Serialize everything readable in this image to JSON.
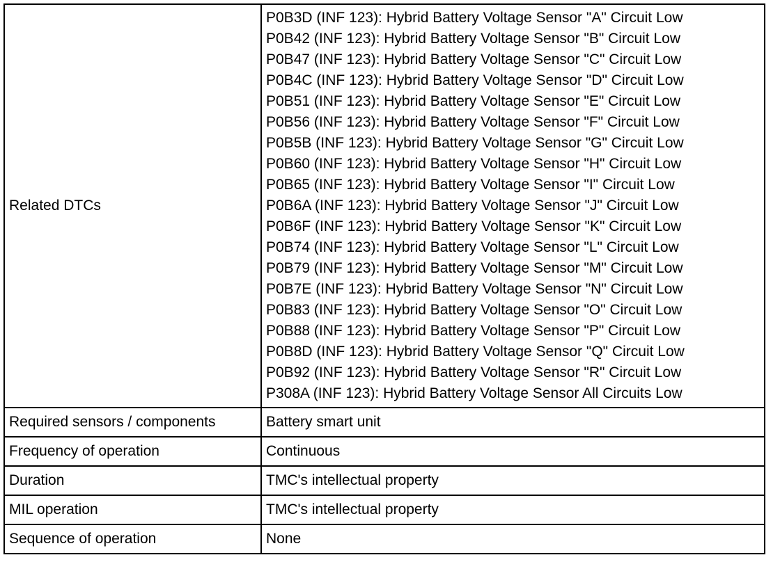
{
  "table": {
    "related_dtcs": {
      "label": "Related DTCs",
      "items": [
        "P0B3D (INF 123): Hybrid Battery Voltage Sensor \"A\" Circuit Low",
        "P0B42 (INF 123): Hybrid Battery Voltage Sensor \"B\" Circuit Low",
        "P0B47 (INF 123): Hybrid Battery Voltage Sensor \"C\" Circuit Low",
        "P0B4C (INF 123): Hybrid Battery Voltage Sensor \"D\" Circuit Low",
        "P0B51 (INF 123): Hybrid Battery Voltage Sensor \"E\" Circuit Low",
        "P0B56 (INF 123): Hybrid Battery Voltage Sensor \"F\" Circuit Low",
        "P0B5B (INF 123): Hybrid Battery Voltage Sensor \"G\" Circuit Low",
        "P0B60 (INF 123): Hybrid Battery Voltage Sensor \"H\" Circuit Low",
        "P0B65 (INF 123): Hybrid Battery Voltage Sensor \"I\" Circuit Low",
        "P0B6A (INF 123): Hybrid Battery Voltage Sensor \"J\" Circuit Low",
        "P0B6F (INF 123): Hybrid Battery Voltage Sensor \"K\" Circuit Low",
        "P0B74 (INF 123): Hybrid Battery Voltage Sensor \"L\" Circuit Low",
        "P0B79 (INF 123): Hybrid Battery Voltage Sensor \"M\" Circuit Low",
        "P0B7E (INF 123): Hybrid Battery Voltage Sensor \"N\" Circuit Low",
        "P0B83 (INF 123): Hybrid Battery Voltage Sensor \"O\" Circuit Low",
        "P0B88 (INF 123): Hybrid Battery Voltage Sensor \"P\" Circuit Low",
        "P0B8D (INF 123): Hybrid Battery Voltage Sensor \"Q\" Circuit Low",
        "P0B92 (INF 123): Hybrid Battery Voltage Sensor \"R\" Circuit Low",
        "P308A (INF 123): Hybrid Battery Voltage Sensor All Circuits Low"
      ]
    },
    "required_sensors": {
      "label": "Required sensors / components",
      "value": "Battery smart unit"
    },
    "frequency": {
      "label": "Frequency of operation",
      "value": "Continuous"
    },
    "duration": {
      "label": "Duration",
      "value": "TMC's intellectual property"
    },
    "mil_operation": {
      "label": "MIL operation",
      "value": "TMC's intellectual property"
    },
    "sequence": {
      "label": "Sequence of operation",
      "value": "None"
    }
  }
}
